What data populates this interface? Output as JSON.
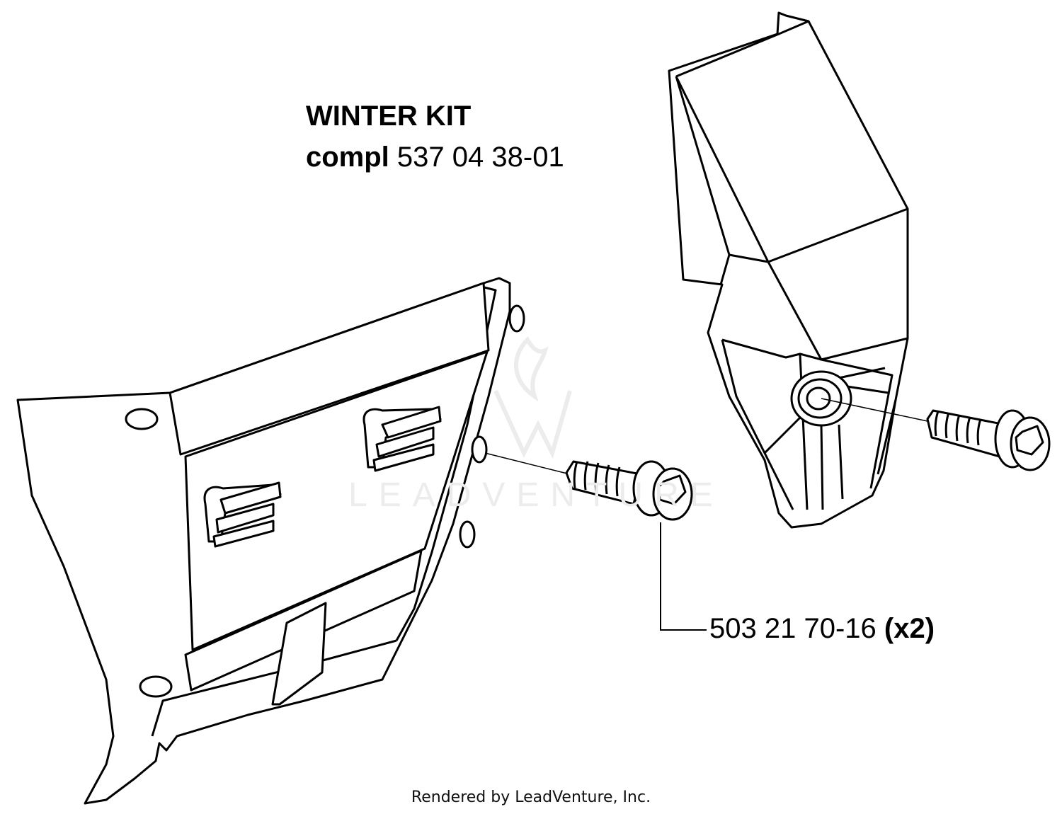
{
  "title": "WINTER KIT",
  "kit": {
    "prefix": "compl",
    "part_number": "537 04 38-01"
  },
  "callout": {
    "part_number": "503 21 70-16",
    "quantity": "(x2)"
  },
  "watermark": "LEADVENTURE",
  "footer": "Rendered by LeadVenture, Inc.",
  "icons": {
    "watermark_logo": "leadventure-logo-icon"
  }
}
